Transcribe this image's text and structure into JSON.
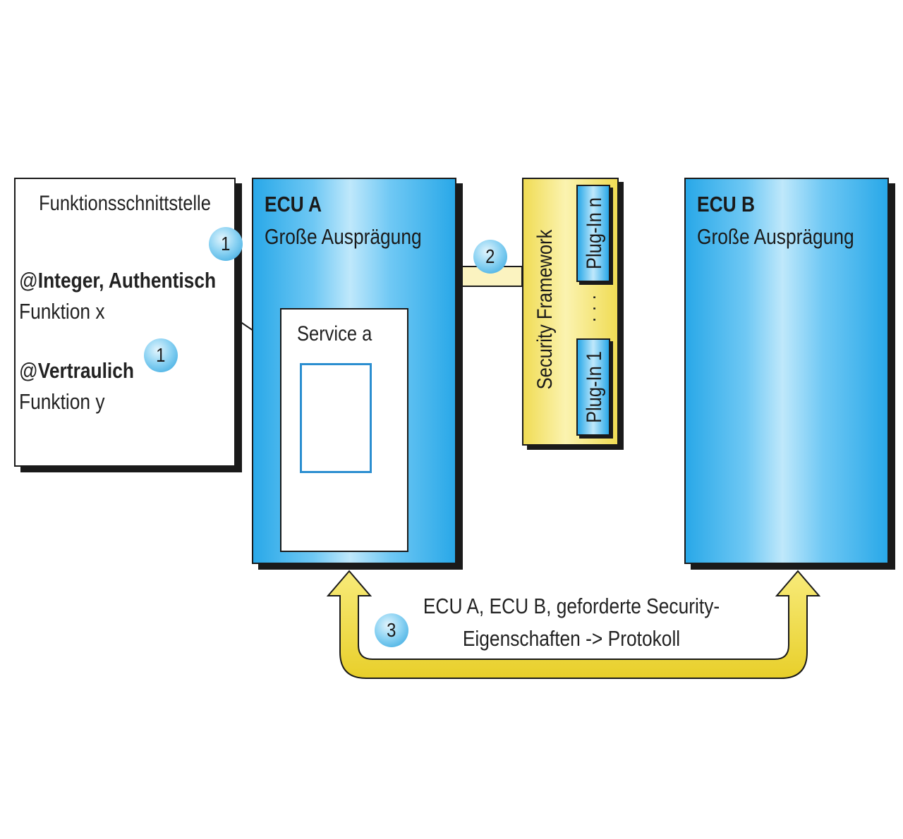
{
  "interface_box": {
    "title": "Funktionsschnittstelle",
    "annotation_1_prefix": "@",
    "annotation_1_bold": "Integer, Authentisch",
    "function_1": "Funktion x",
    "annotation_2_prefix": "@",
    "annotation_2_bold": "Vertraulich",
    "function_2": "Funktion y"
  },
  "ecu_a": {
    "title": "ECU A",
    "subtitle": "Große Ausprägung"
  },
  "ecu_b": {
    "title": "ECU B",
    "subtitle": "Große Ausprägung"
  },
  "service": {
    "label": "Service a"
  },
  "security_framework": {
    "label": "Security Framework",
    "plugin_top": "Plug-In n",
    "ellipsis": "· · ·",
    "plugin_bottom": "Plug-In 1"
  },
  "badges": {
    "one": "1",
    "two": "2",
    "three": "3"
  },
  "protocol_caption": {
    "line1": "ECU A, ECU B, geforderte Security-",
    "line2": "Eigenschaften -> Protokoll"
  },
  "colors": {
    "ecu_blue": "#29a8e8",
    "framework_yellow": "#f0dc55",
    "arrow_yellow": "#f3e04a",
    "arrow_pale": "#fbf3c0",
    "outline": "#1a1a1a"
  }
}
